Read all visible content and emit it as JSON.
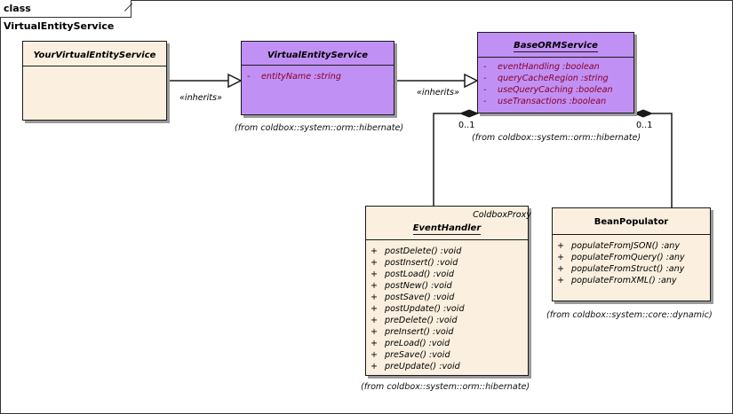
{
  "frame": {
    "title": "class VirtualEntityService"
  },
  "classes": {
    "your_virtual_entity_service": {
      "name": "YourVirtualEntityService"
    },
    "virtual_entity_service": {
      "name": "VirtualEntityService",
      "attributes": [
        {
          "vis": "-",
          "text": "entityName  :string"
        }
      ],
      "package": "(from coldbox::system::orm::hibernate)"
    },
    "base_orm_service": {
      "name": "BaseORMService",
      "attributes": [
        {
          "vis": "-",
          "text": "eventHandling  :boolean"
        },
        {
          "vis": "-",
          "text": "queryCacheRegion  :string"
        },
        {
          "vis": "-",
          "text": "useQueryCaching  :boolean"
        },
        {
          "vis": "-",
          "text": "useTransactions  :boolean"
        }
      ],
      "package": "(from coldbox::system::orm::hibernate)"
    },
    "event_handler": {
      "stereotype": "ColdboxProxy",
      "name": "EventHandler",
      "methods": [
        {
          "vis": "+",
          "text": "postDelete()  :void"
        },
        {
          "vis": "+",
          "text": "postInsert()  :void"
        },
        {
          "vis": "+",
          "text": "postLoad()  :void"
        },
        {
          "vis": "+",
          "text": "postNew()  :void"
        },
        {
          "vis": "+",
          "text": "postSave()  :void"
        },
        {
          "vis": "+",
          "text": "postUpdate()  :void"
        },
        {
          "vis": "+",
          "text": "preDelete()  :void"
        },
        {
          "vis": "+",
          "text": "preInsert()  :void"
        },
        {
          "vis": "+",
          "text": "preLoad()  :void"
        },
        {
          "vis": "+",
          "text": "preSave()  :void"
        },
        {
          "vis": "+",
          "text": "preUpdate()  :void"
        }
      ],
      "package": "(from coldbox::system::orm::hibernate)"
    },
    "bean_populator": {
      "name": "BeanPopulator",
      "methods": [
        {
          "vis": "+",
          "text": "populateFromJSON()  :any"
        },
        {
          "vis": "+",
          "text": "populateFromQuery()  :any"
        },
        {
          "vis": "+",
          "text": "populateFromStruct()  :any"
        },
        {
          "vis": "+",
          "text": "populateFromXML()  :any"
        }
      ],
      "package": "(from coldbox::system::core::dynamic)"
    }
  },
  "relations": {
    "inherits_1": "«inherits»",
    "inherits_2": "«inherits»",
    "mult_event_handler": "0..1",
    "mult_bean_populator": "0..1"
  }
}
